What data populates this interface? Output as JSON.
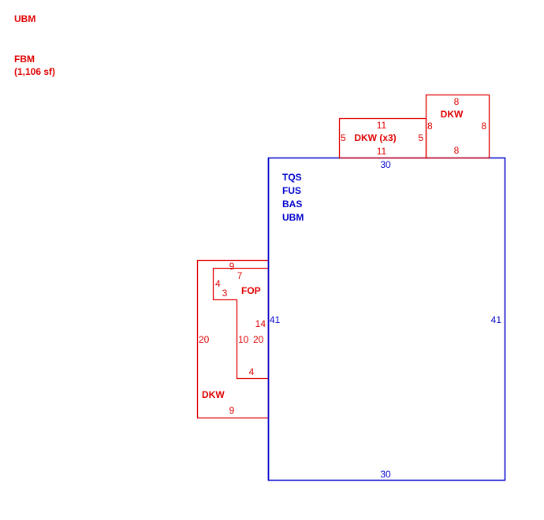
{
  "header": {
    "line1": "UBM",
    "line2": "FBM",
    "line3": "(1,106 sf)"
  },
  "colors": {
    "area_line": "#e00000",
    "main_line": "#0000cc"
  },
  "main_area": {
    "labels": [
      "TQS",
      "FUS",
      "BAS",
      "UBM"
    ],
    "top": "30",
    "bottom": "30",
    "left": "41",
    "right": "41"
  },
  "deck_x3": {
    "label": "DKW (x3)",
    "top": "11",
    "bottom": "11",
    "left": "5",
    "right": "5"
  },
  "deck_top": {
    "label": "DKW",
    "top": "8",
    "bottom": "8",
    "left": "8",
    "right": "8"
  },
  "deck_left": {
    "label": "DKW",
    "top": "9",
    "bottom": "9",
    "left": "20",
    "inner_right": "20"
  },
  "porch": {
    "label": "FOP",
    "top": "7",
    "left": "4",
    "step": "3",
    "inner": "10",
    "right": "14",
    "bottom": "4"
  }
}
